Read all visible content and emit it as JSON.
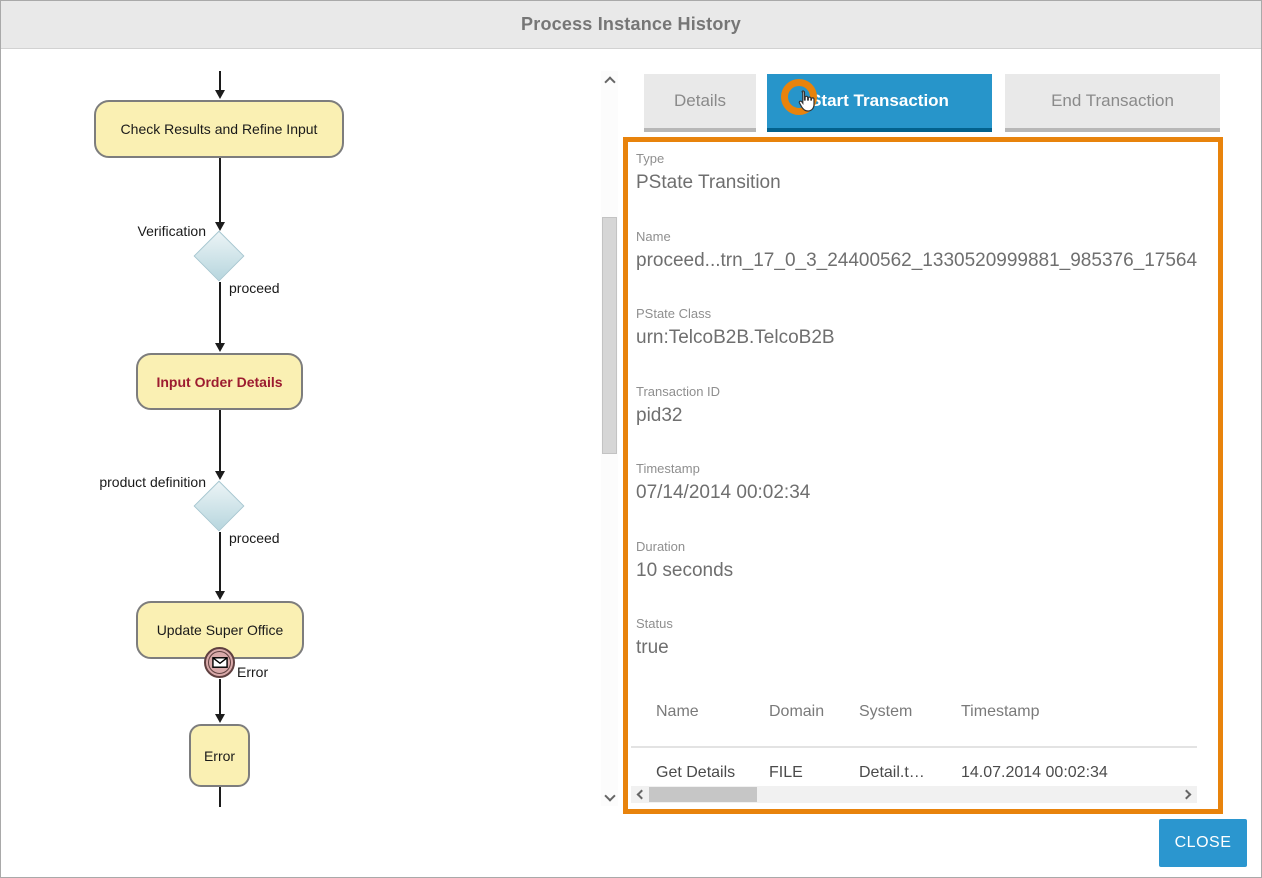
{
  "header": {
    "title": "Process Instance History"
  },
  "tabs": [
    {
      "label": "Details",
      "active": false
    },
    {
      "label": "Start Transaction",
      "active": true
    },
    {
      "label": "End Transaction",
      "active": false
    }
  ],
  "panel": {
    "fields": [
      {
        "label": "Type",
        "value": "PState Transition"
      },
      {
        "label": "Name",
        "value": "proceed...trn_17_0_3_24400562_1330520999881_985376_17564"
      },
      {
        "label": "PState Class",
        "value": "urn:TelcoB2B.TelcoB2B"
      },
      {
        "label": "Transaction ID",
        "value": "pid32"
      },
      {
        "label": "Timestamp",
        "value": "07/14/2014 00:02:34"
      },
      {
        "label": "Duration",
        "value": "10 seconds"
      },
      {
        "label": "Status",
        "value": "true"
      }
    ],
    "table": {
      "headers": [
        "Name",
        "Domain",
        "System",
        "Timestamp"
      ],
      "rows": [
        [
          "Get Details",
          "FILE",
          "Detail.t…",
          "14.07.2014 00:02:34"
        ]
      ]
    }
  },
  "diagram": {
    "nodes": {
      "check_results": {
        "label": "Check Results and Refine Input",
        "type": "task"
      },
      "verification": {
        "label": "Verification",
        "type": "gateway"
      },
      "proceed_1": {
        "label": "proceed",
        "type": "edge-label"
      },
      "input_order": {
        "label": "Input Order Details",
        "type": "task",
        "highlighted": true
      },
      "product_definition": {
        "label": "product definition",
        "type": "gateway"
      },
      "proceed_2": {
        "label": "proceed",
        "type": "edge-label"
      },
      "update_super_office": {
        "label": "Update Super Office",
        "type": "task"
      },
      "error_event": {
        "label": "Error",
        "type": "error-boundary-event"
      },
      "error": {
        "label": "Error",
        "type": "task"
      }
    }
  },
  "close_button": {
    "label": "CLOSE"
  },
  "colors": {
    "annotation_orange": "#e8830c",
    "active_tab_blue": "#2795ca",
    "close_button_blue": "#2b96cf",
    "task_fill_yellow": "#faf0b3",
    "highlight_text_maroon": "#9c1c30",
    "header_gray": "#e9e9e9"
  }
}
